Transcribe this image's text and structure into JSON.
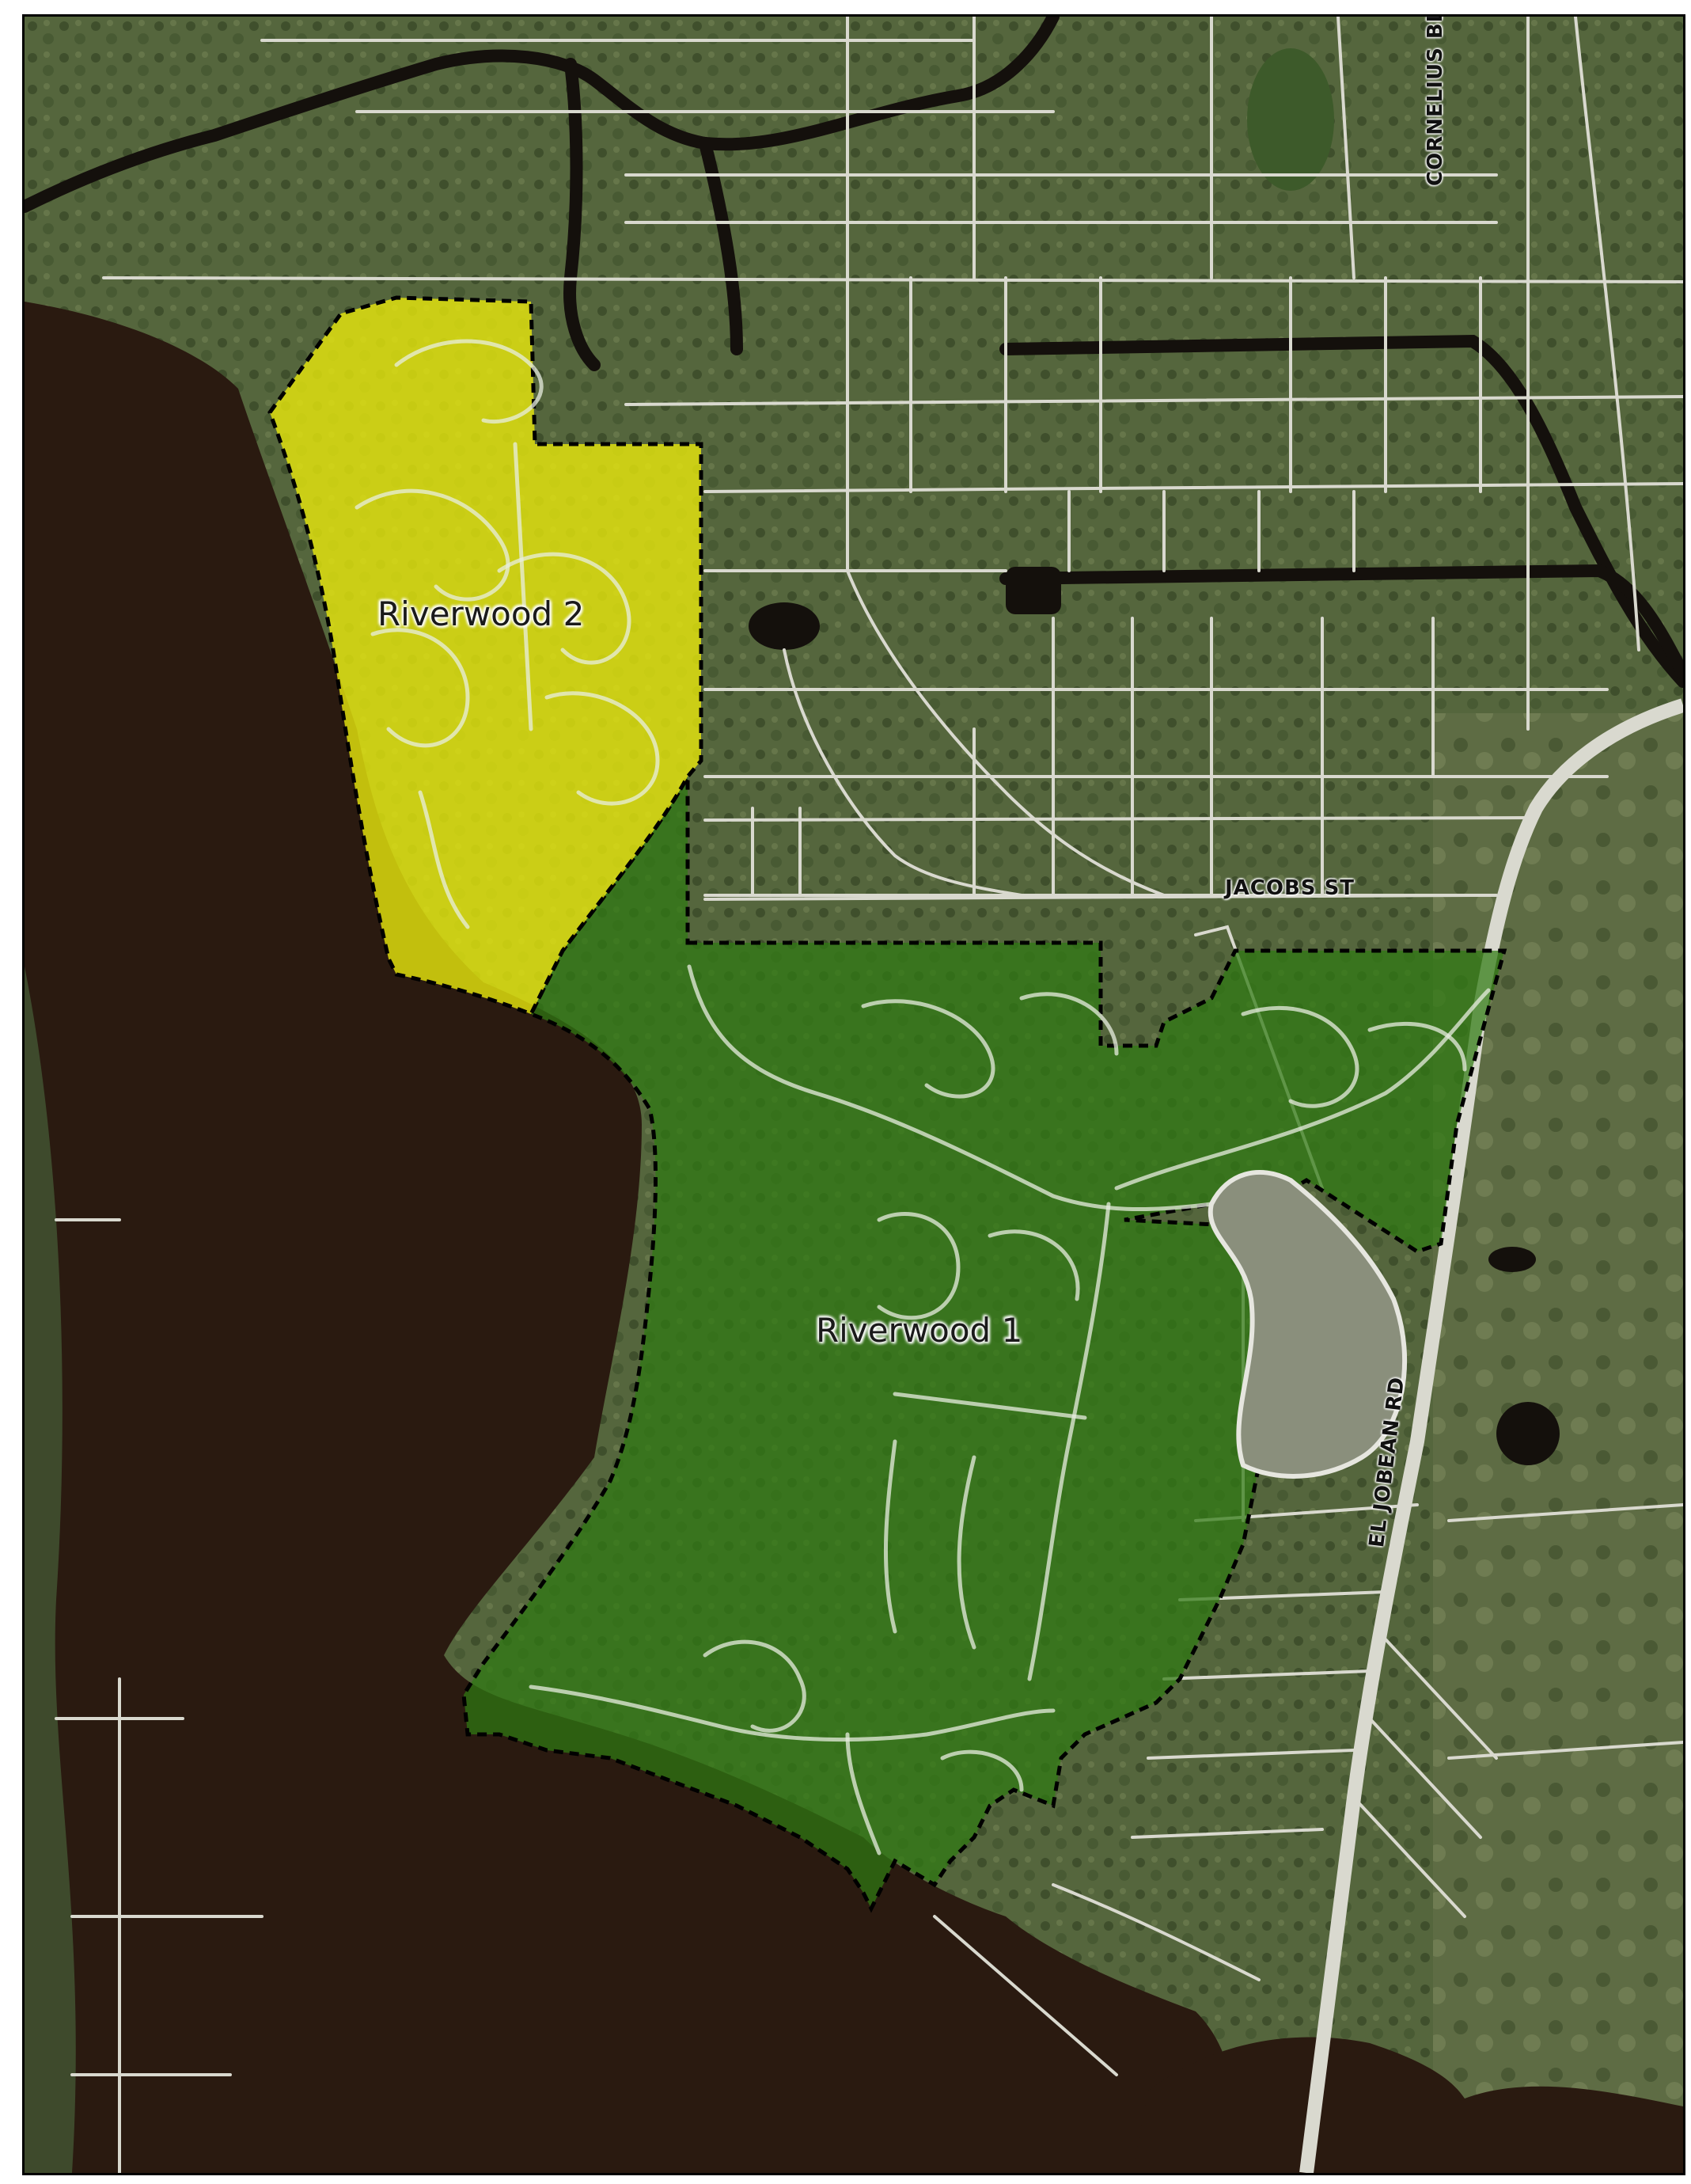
{
  "map": {
    "areas": [
      {
        "id": "riverwood-2",
        "label": "Riverwood 2",
        "fill": "#e8e80c"
      },
      {
        "id": "riverwood-1",
        "label": "Riverwood 1",
        "fill": "#2f7a12"
      }
    ],
    "roads": {
      "cornelius": "CORNELIUS BLVD",
      "jacobs": "JACOBS ST",
      "el_jobean": "EL JOBEAN RD"
    },
    "colors": {
      "water": "#2a1a10",
      "land": "#4f5e3a",
      "road": "#d9d9cf",
      "canal": "#14100c",
      "boundary": "#000000"
    }
  }
}
